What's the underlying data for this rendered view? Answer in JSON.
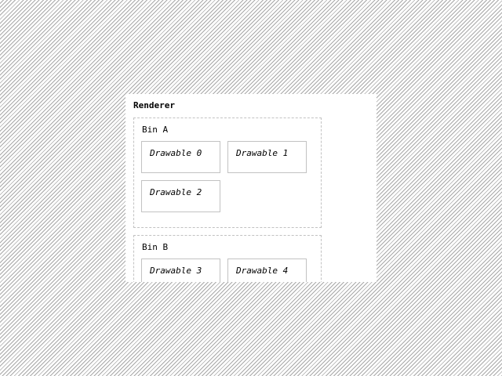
{
  "renderer": {
    "title": "Renderer",
    "bins": [
      {
        "label": "Bin A",
        "drawables": [
          "Drawable 0",
          "Drawable 1",
          "Drawable 2"
        ]
      },
      {
        "label": "Bin B",
        "drawables": [
          "Drawable 3",
          "Drawable 4"
        ]
      }
    ]
  }
}
